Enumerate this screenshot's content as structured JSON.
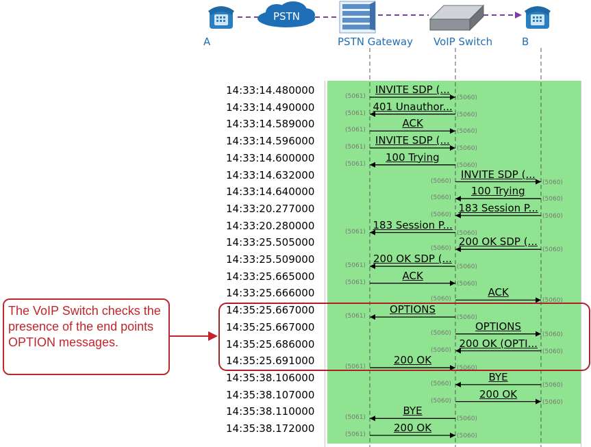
{
  "nodes": {
    "a": "A",
    "pstn": "PSTN",
    "gateway": "PSTN Gateway",
    "voip_switch": "VoIP Switch",
    "b": "B"
  },
  "messages": [
    {
      "time": "14:33:14.480000",
      "label": "INVITE SDP (...",
      "from": "gateway",
      "to": "switch",
      "src_port": "(5061)",
      "dst_port": "(5060)"
    },
    {
      "time": "14:33:14.490000",
      "label": "401 Unauthor...",
      "from": "switch",
      "to": "gateway",
      "src_port": "(5061)",
      "dst_port": "(5060)"
    },
    {
      "time": "14:33:14.589000",
      "label": "ACK",
      "from": "gateway",
      "to": "switch",
      "src_port": "(5061)",
      "dst_port": "(5060)"
    },
    {
      "time": "14:33:14.596000",
      "label": "INVITE SDP (...",
      "from": "gateway",
      "to": "switch",
      "src_port": "(5061)",
      "dst_port": "(5060)"
    },
    {
      "time": "14:33:14.600000",
      "label": "100 Trying",
      "from": "switch",
      "to": "gateway",
      "src_port": "(5061)",
      "dst_port": "(5060)"
    },
    {
      "time": "14:33:14.632000",
      "label": "INVITE SDP (...",
      "from": "switch",
      "to": "b",
      "src_port": "(5060)",
      "dst_port": "(5060)"
    },
    {
      "time": "14:33:14.640000",
      "label": "100 Trying",
      "from": "b",
      "to": "switch",
      "src_port": "(5060)",
      "dst_port": "(5060)"
    },
    {
      "time": "14:33:20.277000",
      "label": "183 Session P...",
      "from": "b",
      "to": "switch",
      "src_port": "(5060)",
      "dst_port": "(5060)"
    },
    {
      "time": "14:33:20.280000",
      "label": "183 Session P...",
      "from": "switch",
      "to": "gateway",
      "src_port": "(5061)",
      "dst_port": "(5060)"
    },
    {
      "time": "14:33:25.505000",
      "label": "200 OK SDP (...",
      "from": "b",
      "to": "switch",
      "src_port": "(5060)",
      "dst_port": "(5060)"
    },
    {
      "time": "14:33:25.509000",
      "label": "200 OK SDP (...",
      "from": "switch",
      "to": "gateway",
      "src_port": "(5061)",
      "dst_port": "(5060)"
    },
    {
      "time": "14:33:25.665000",
      "label": "ACK",
      "from": "gateway",
      "to": "switch",
      "src_port": "(5061)",
      "dst_port": "(5060)"
    },
    {
      "time": "14:33:25.666000",
      "label": "ACK",
      "from": "switch",
      "to": "b",
      "src_port": "(5060)",
      "dst_port": "(5060)"
    },
    {
      "time": "14:35:25.667000",
      "label": "OPTIONS",
      "from": "switch",
      "to": "gateway",
      "src_port": "(5061)",
      "dst_port": "(5060)"
    },
    {
      "time": "14:35:25.667000",
      "label": "OPTIONS",
      "from": "switch",
      "to": "b",
      "src_port": "(5060)",
      "dst_port": "(5060)"
    },
    {
      "time": "14:35:25.686000",
      "label": "200 OK (OPTI...",
      "from": "b",
      "to": "switch",
      "src_port": "(5060)",
      "dst_port": "(5060)"
    },
    {
      "time": "14:35:25.691000",
      "label": "200 OK",
      "from": "gateway",
      "to": "switch",
      "src_port": "(5061)",
      "dst_port": "(5060)"
    },
    {
      "time": "14:35:38.106000",
      "label": "BYE",
      "from": "b",
      "to": "switch",
      "src_port": "(5060)",
      "dst_port": "(5060)"
    },
    {
      "time": "14:35:38.107000",
      "label": "200 OK",
      "from": "switch",
      "to": "b",
      "src_port": "(5060)",
      "dst_port": "(5060)"
    },
    {
      "time": "14:35:38.110000",
      "label": "BYE",
      "from": "switch",
      "to": "gateway",
      "src_port": "(5061)",
      "dst_port": "(5060)"
    },
    {
      "time": "14:35:38.172000",
      "label": "200 OK",
      "from": "gateway",
      "to": "switch",
      "src_port": "(5061)",
      "dst_port": "(5060)"
    }
  ],
  "callout": {
    "text": "The VoIP Switch checks the presence of the end points OPTION messages."
  },
  "colors": {
    "flow_area": "#90e390",
    "callout": "#c0262c",
    "node_label": "#1e6fb5",
    "topology_link": "#7b3f9e"
  },
  "icons": {
    "a": "phone-icon",
    "pstn": "cloud-icon",
    "gateway": "server-rack-icon",
    "voip_switch": "switch-box-icon",
    "b": "phone-icon"
  }
}
